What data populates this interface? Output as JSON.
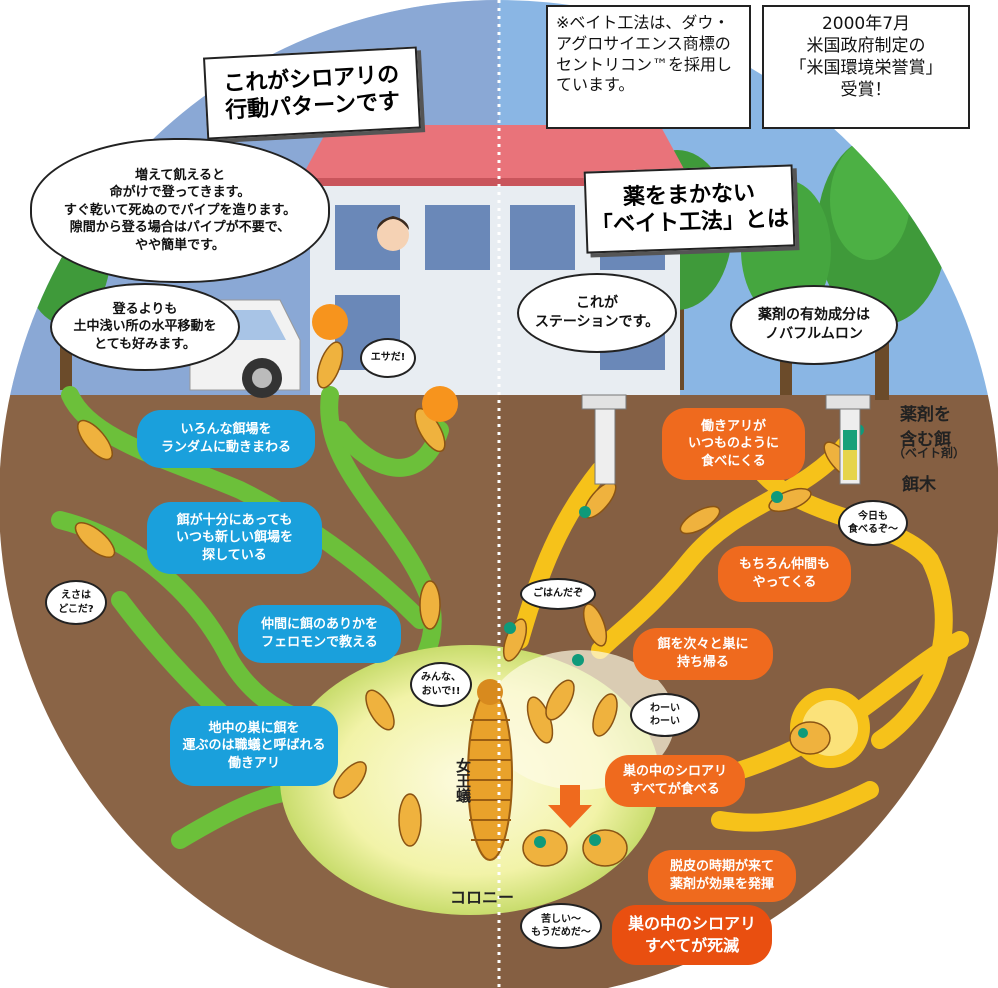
{
  "notes": {
    "bait_trademark": "※ベイト工法は、ダウ・アグロサイエンス商標のセントリコン™を採用しています。",
    "award": "2000年7月\n米国政府制定の\n「米国環境栄誉賞」\n受賞！"
  },
  "banners": {
    "left_title": "これがシロアリの\n行動パターンです",
    "right_title": "薬をまかない\n「ベイト工法」とは"
  },
  "left_side": {
    "bubble_pipe": "増えて飢えると\n命がけで登ってきます。\nすぐ乾いて死ぬのでパイプを造ります。\n隙間から登る場合はパイプが不要で、\nやや簡単です。",
    "bubble_horizontal": "登るよりも\n土中浅い所の水平移動を\nとても好みます。",
    "food_exclaim": "エサだ!",
    "random_move": "いろんな餌場を\nランダムに動きまわる",
    "new_food": "餌が十分にあっても\nいつも新しい餌場を\n探している",
    "where_food": "えさは\nどこだ?",
    "pheromone": "仲間に餌のありかを\nフェロモンで教える",
    "everyone_come": "みんな、\nおいで!!",
    "workers": "地中の巣に餌を\n運ぶのは職蟻と呼ばれる\n働きアリ"
  },
  "right_side": {
    "station": "これが\nステーションです。",
    "ingredient": "薬剤の有効成分は\nノバフルムロン",
    "bait_label": "薬剤を\n含む餌",
    "bait_sub": "（ベイト剤）",
    "wood_label": "餌木",
    "eat_usual": "働きアリが\nいつものように\n食べにくる",
    "today_too": "今日も\n食べるぞ〜",
    "friends_come": "もちろん仲間も\nやってくる",
    "meal_time": "ごはんだぞ",
    "carry_home": "餌を次々と巣に\n持ち帰る",
    "yay": "わーい\nわーい",
    "all_eat": "巣の中のシロアリ\nすべてが食べる",
    "molt": "脱皮の時期が来て\n薬剤が効果を発揮",
    "suffer": "苦しい〜\nもうだめだ〜",
    "all_die": "巣の中のシロアリ\nすべてが死滅"
  },
  "nest": {
    "queen": "女王蟻",
    "colony": "コロニー"
  },
  "colors": {
    "sky": "#8ab6e4",
    "soil": "#8a6446",
    "left_tunnel": "#6cc03a",
    "right_tunnel": "#f6c21a",
    "blue_bubble": "#1aa0dc",
    "orange_bubble": "#ef6a1e"
  }
}
